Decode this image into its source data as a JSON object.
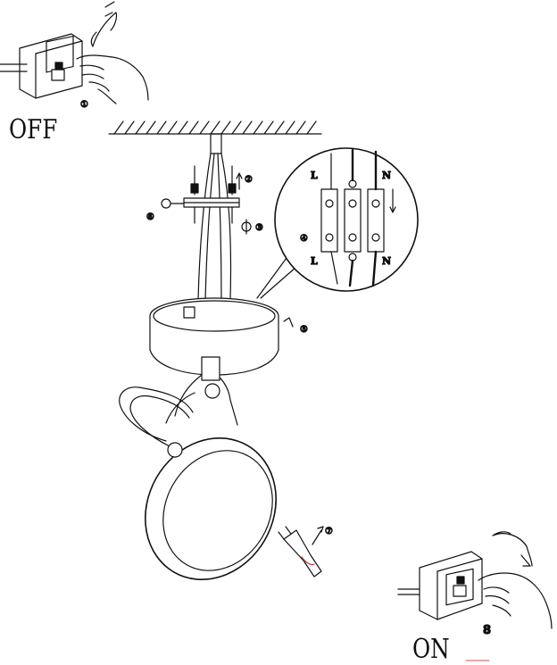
{
  "state_labels": {
    "off": "OFF",
    "on": "ON"
  },
  "steps": {
    "s1": "①",
    "s2": "②",
    "s3": "③",
    "s4": "④",
    "s5": "⑤",
    "s6": "⑥",
    "s7": "⑦",
    "s8": "8"
  },
  "terminals": {
    "top_left": "L",
    "top_right": "N",
    "bottom_left": "L",
    "bottom_right": "N"
  }
}
